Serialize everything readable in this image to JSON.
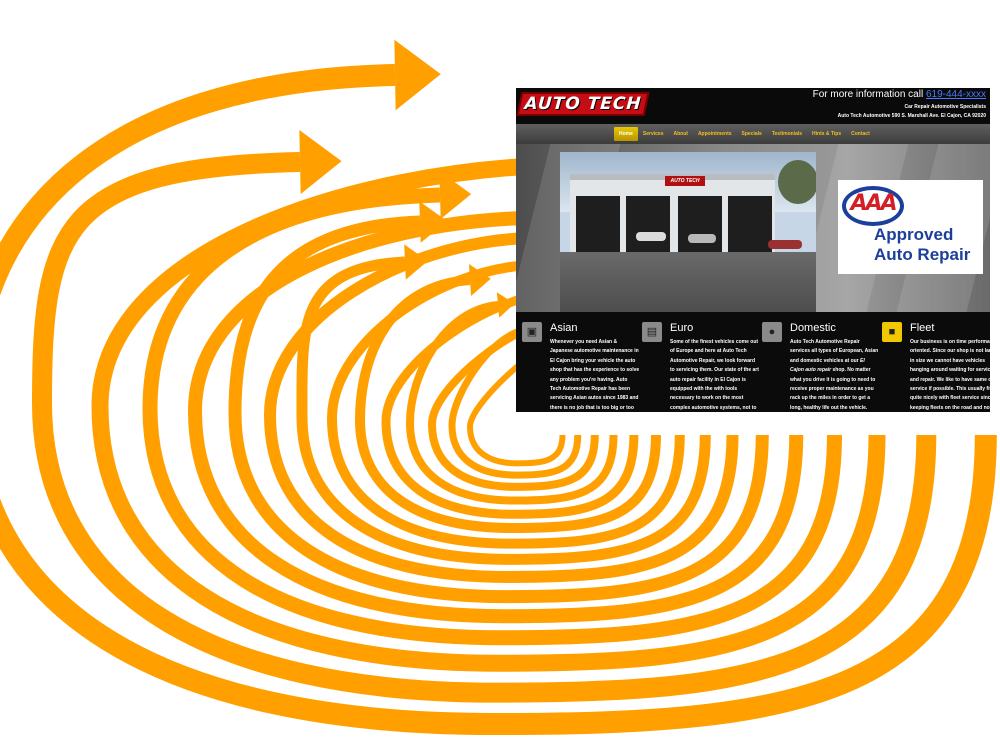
{
  "colors": {
    "spiral": "#ffa000",
    "logo_red": "#c40d14",
    "nav_gold": "#f0c020",
    "aaa_blue": "#1c3f9b",
    "aaa_red": "#d41f26"
  },
  "header": {
    "logo_text": "AUTO TECH",
    "call_text": "For more information call",
    "call_link": "619-444-xxxx",
    "tagline": "Car Repair Automotive Specialists",
    "address": "Auto Tech Automotive 590 S. Marshall Ave. El Cajon, CA 92020"
  },
  "nav": {
    "items": [
      "Home",
      "Services",
      "About",
      "Appointments",
      "Specials",
      "Testimonials",
      "Hints & Tips",
      "Contact"
    ]
  },
  "hero": {
    "photo_sign": "AUTO TECH",
    "badge_letters": "AAA",
    "badge_line1": "Approved",
    "badge_line2": "Auto Repair"
  },
  "services": [
    {
      "icon": "car-front-icon",
      "title": "Asian",
      "text": "Whenever you need Asian & Japanese automotive maintenance in El Cajon bring your vehicle the auto shop that has the experience to solve any problem you're having. Auto Tech Automotive Repair has been servicing Asian autos since 1983 and there is no job that is too big or too small for our"
    },
    {
      "icon": "car-side-icon",
      "title": "Euro",
      "text": "Some of the finest vehicles come out of Europe and here at Auto Tech Automotive Repair, we look forward to servicing them. Our state of the art auto repair facility in El Cajon is equipped with the with tools necessary to work on the most complex automotive systems, not to mention our"
    },
    {
      "icon": "sedan-icon",
      "title": "Domestic",
      "text_pre": "Auto Tech Automotive Repair services all types of European, Asian and domestic vehicles at our ",
      "text_em": "El Cajon auto repair",
      "text_post": " shop. No matter what you drive it is going to need to receive proper maintenance as you rack up the miles in order to get a long, healthy life out the vehicle."
    },
    {
      "icon": "fleet-icon",
      "title": "Fleet",
      "text": "Our business is on time performance oriented. Since our shop is not large in size we cannot have vehicles hanging around waiting for service and repair. We like to have same day service if possible. This usually fits quite nicely with fleet service since keeping fleets on the road and not"
    }
  ]
}
